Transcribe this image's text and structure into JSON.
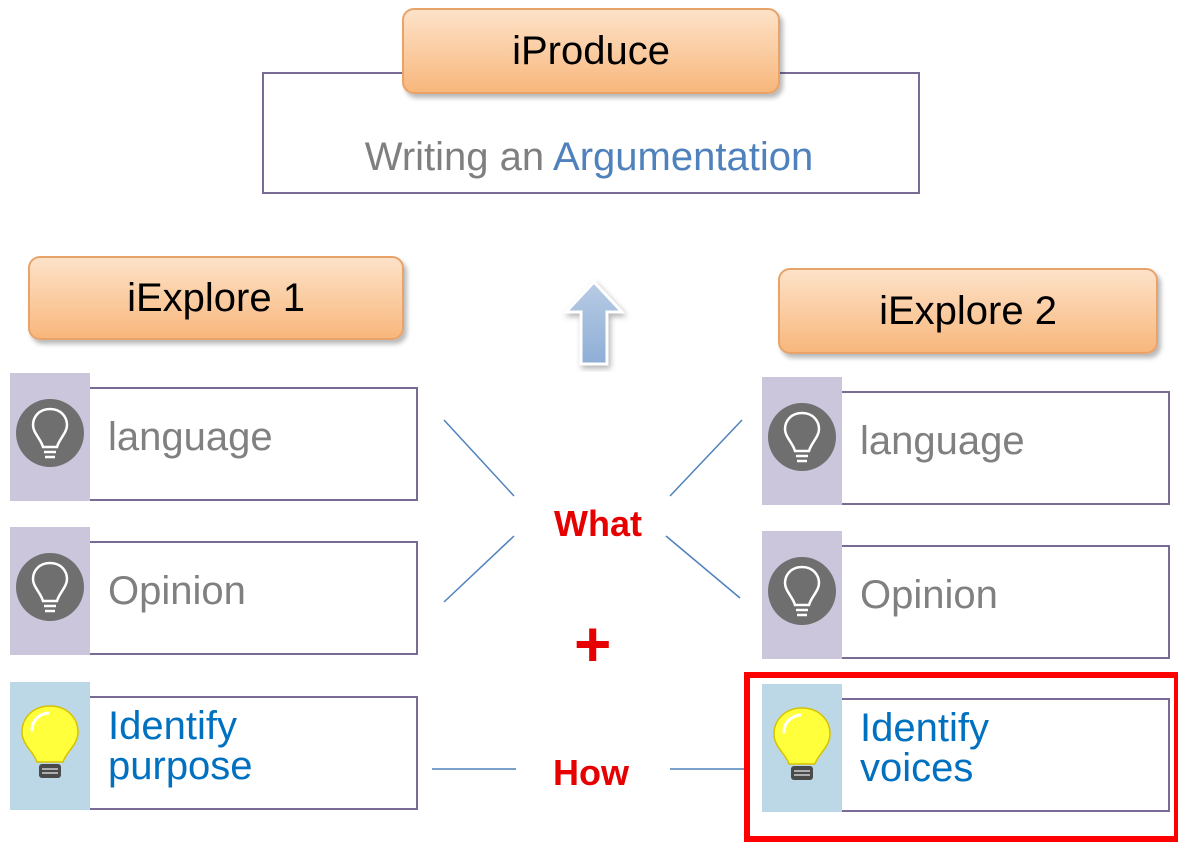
{
  "top": {
    "heading": "iProduce",
    "text_prefix": "Writing an",
    "text_accent": "Argumentation"
  },
  "left": {
    "heading": "iExplore 1",
    "items": [
      {
        "label": "language",
        "icon": "lightbulb-dark-icon"
      },
      {
        "label": "Opinion",
        "icon": "lightbulb-dark-icon"
      },
      {
        "label": "Identify purpose",
        "icon": "lightbulb-yellow-icon"
      }
    ]
  },
  "right": {
    "heading": "iExplore 2",
    "items": [
      {
        "label": "language",
        "icon": "lightbulb-dark-icon"
      },
      {
        "label": "Opinion",
        "icon": "lightbulb-dark-icon"
      },
      {
        "label": "Identify voices",
        "icon": "lightbulb-yellow-icon"
      }
    ]
  },
  "connectors": {
    "what": "What",
    "plus": "+",
    "how": "How"
  },
  "colors": {
    "heading_fill": "#f8b77c",
    "frame_border": "#7a6b96",
    "accent_blue": "#4f81bd",
    "item_blue": "#0070c0",
    "highlight_red": "#ff0000",
    "arrow_blue": "#95b3d7"
  }
}
